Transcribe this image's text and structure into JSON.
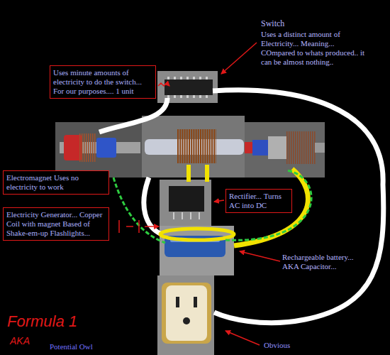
{
  "diagram": {
    "nodes": [
      {
        "text": [
          "Uses minute amounts of electricity to do the switch... For our purposes.... 1 unit"
        ]
      },
      {
        "text": [
          "Electromagnet Uses no electricity to work"
        ]
      },
      {
        "text": [
          "Electricity Generator... Copper Coil with magnet Based of Shake-em-up Flashlights..."
        ]
      },
      {
        "text": [
          "Rectifier... Turns AC into DC"
        ]
      }
    ],
    "labels": [
      "Switch",
      "Uses a distinct amount of Electricity... Meaning... COmpared to whats produced.. it can be almost nothing..",
      "Rechargeable battery... AKA Capacitor...",
      "Obvious",
      "Formula 1",
      "AKA",
      "Potential Owl"
    ]
  }
}
